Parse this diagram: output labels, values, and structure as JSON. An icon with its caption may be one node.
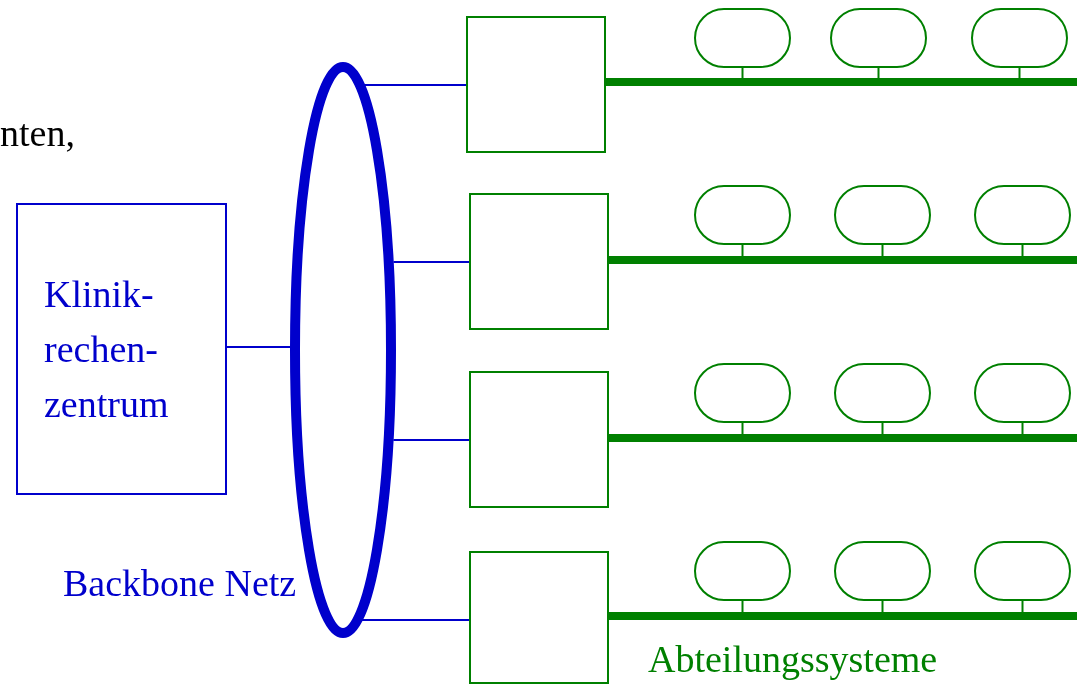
{
  "diagram": {
    "nodes": [
      {
        "text": [
          "Klinik- rechen- zentrum"
        ]
      },
      {
        "text": [],
        "shape": "ring",
        "beside": [
          "Backbone Netz"
        ]
      },
      {
        "text": [],
        "shape": "box"
      },
      {
        "text": [],
        "shape": "oval"
      },
      {
        "text": [],
        "shape": "oval"
      },
      {
        "text": [],
        "shape": "oval"
      },
      {
        "text": [],
        "shape": "bar"
      },
      {
        "text": [],
        "shape": "box"
      },
      {
        "text": [],
        "shape": "oval"
      },
      {
        "text": [],
        "shape": "oval"
      },
      {
        "text": [],
        "shape": "oval"
      },
      {
        "text": [],
        "shape": "bar"
      },
      {
        "text": [],
        "shape": "box"
      },
      {
        "text": [],
        "shape": "oval"
      },
      {
        "text": [],
        "shape": "oval"
      },
      {
        "text": [],
        "shape": "oval"
      },
      {
        "text": [],
        "shape": "bar"
      },
      {
        "text": [],
        "shape": "box"
      },
      {
        "text": [],
        "shape": "oval"
      },
      {
        "text": [],
        "shape": "oval"
      },
      {
        "text": [],
        "shape": "oval"
      },
      {
        "text": [],
        "shape": "bar"
      }
    ],
    "edges": [
      {
        "from": 0,
        "to": 1,
        "arrow": "none",
        "color": "#0000cc"
      },
      {
        "from": 1,
        "to": 2,
        "arrow": "none",
        "color": "#0000cc"
      },
      {
        "from": 1,
        "to": 7,
        "arrow": "none",
        "color": "#0000cc"
      },
      {
        "from": 1,
        "to": 12,
        "arrow": "none",
        "color": "#0000cc"
      },
      {
        "from": 1,
        "to": 17,
        "arrow": "none",
        "color": "#0000cc"
      },
      {
        "from": 3,
        "to": 6,
        "arrow": "none"
      },
      {
        "from": 4,
        "to": 6,
        "arrow": "none"
      },
      {
        "from": 5,
        "to": 6,
        "arrow": "none"
      },
      {
        "from": 8,
        "to": 11,
        "arrow": "none"
      },
      {
        "from": 9,
        "to": 11,
        "arrow": "none"
      },
      {
        "from": 10,
        "to": 11,
        "arrow": "none"
      },
      {
        "from": 13,
        "to": 16,
        "arrow": "none"
      },
      {
        "from": 14,
        "to": 16,
        "arrow": "none"
      },
      {
        "from": 15,
        "to": 16,
        "arrow": "none"
      },
      {
        "from": 18,
        "to": 21,
        "arrow": "none"
      },
      {
        "from": 19,
        "to": 21,
        "arrow": "none"
      },
      {
        "from": 20,
        "to": 21,
        "arrow": "none"
      }
    ],
    "labels": [
      "nten,",
      "Abteilungssysteme"
    ]
  }
}
